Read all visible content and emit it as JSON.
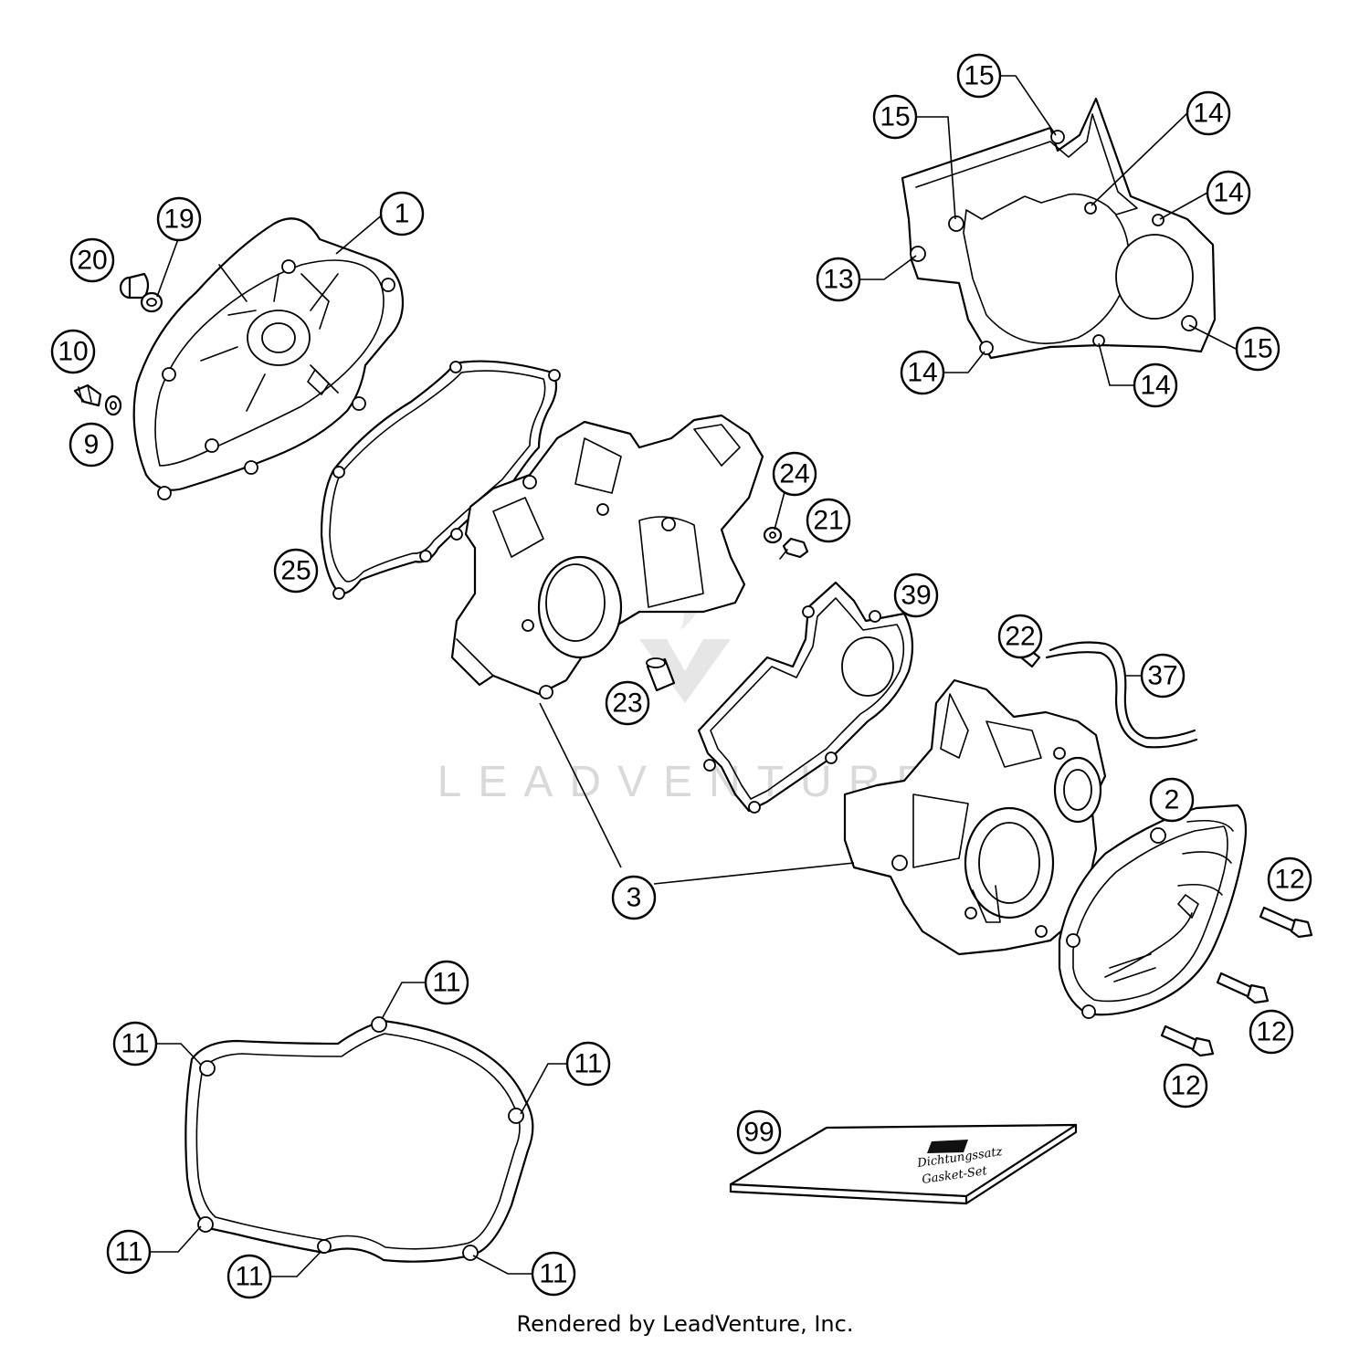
{
  "watermark": {
    "text": "LEADVENTURE",
    "color": "#d9d9d9"
  },
  "footer": {
    "text": "Rendered by LeadVenture, Inc."
  },
  "gasket_set_box": {
    "line1": "Dichtungssatz",
    "line2": "Gasket-Set"
  },
  "callouts": [
    "1",
    "2",
    "3",
    "9",
    "10",
    "11",
    "12",
    "13",
    "14",
    "15",
    "19",
    "20",
    "21",
    "22",
    "23",
    "24",
    "25",
    "37",
    "39",
    "99"
  ]
}
